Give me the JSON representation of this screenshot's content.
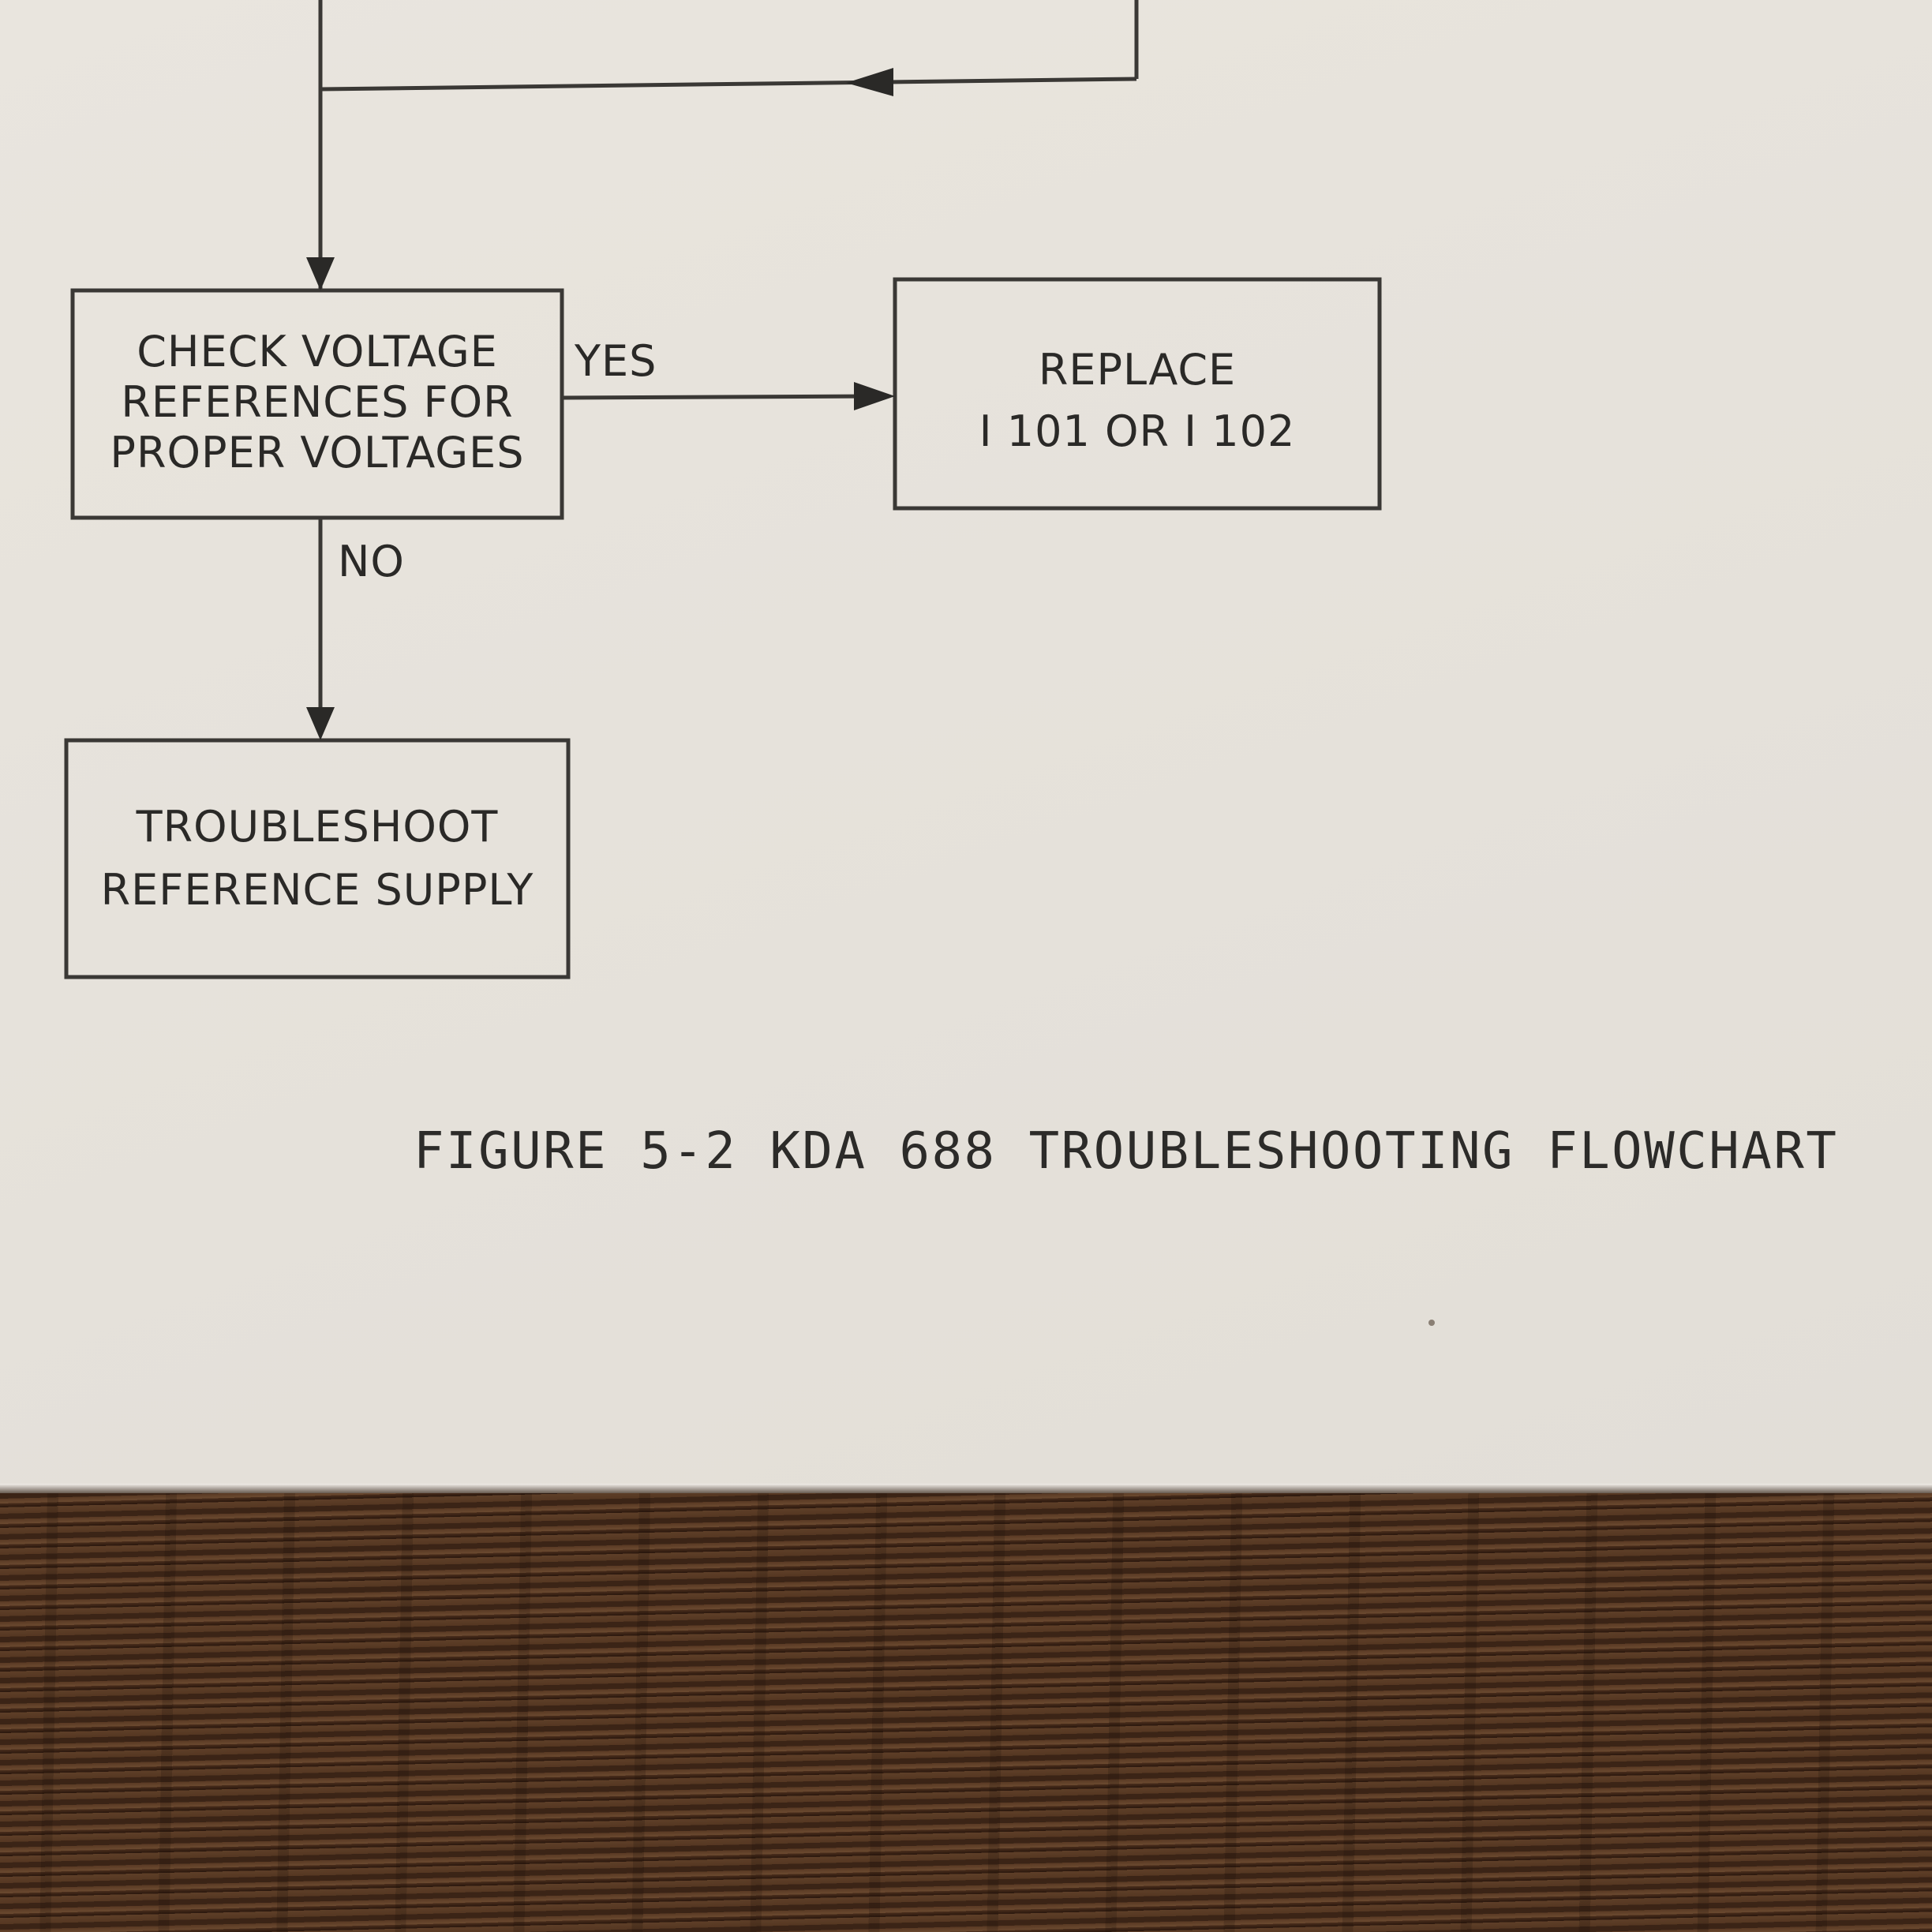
{
  "flowchart": {
    "nodes": {
      "check_voltage": {
        "label": "CHECK VOLTAGE\nREFERENCES FOR\nPROPER  VOLTAGES"
      },
      "replace": {
        "label": "REPLACE\nI 101 OR I 102"
      },
      "troubleshoot": {
        "label": "TROUBLESHOOT\nREFERENCE SUPPLY"
      }
    },
    "edges": {
      "yes": {
        "label": "YES",
        "from": "check_voltage",
        "to": "replace"
      },
      "no": {
        "label": "NO",
        "from": "check_voltage",
        "to": "troubleshoot"
      }
    }
  },
  "caption": "FIGURE 5-2 KDA 688 TROUBLESHOOTING FLOWCHART",
  "colors": {
    "ink": "#2a2927",
    "paper": "#e7e3dc",
    "wood": "#4a2e1c"
  }
}
